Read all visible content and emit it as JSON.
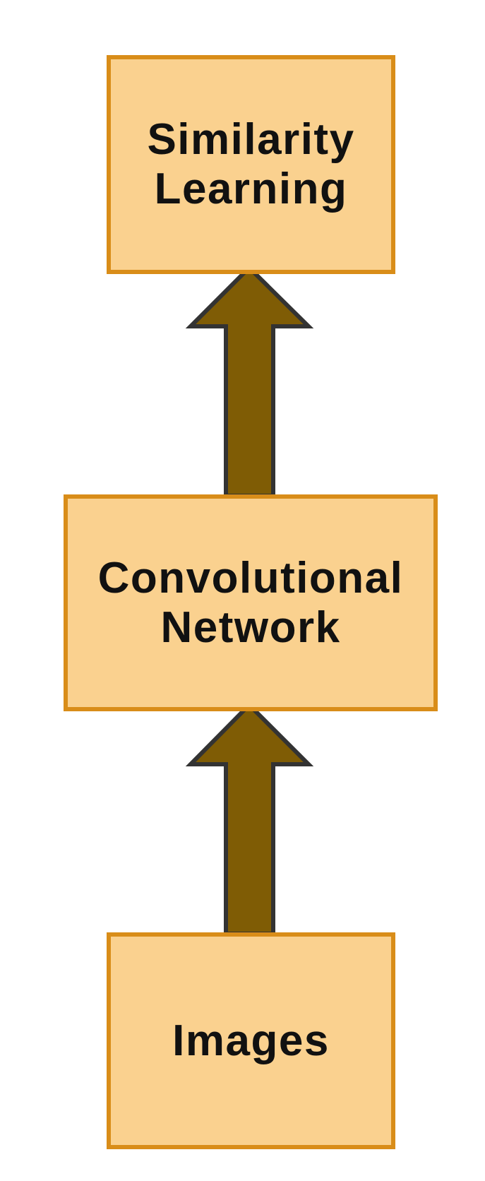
{
  "diagram": {
    "nodes": [
      {
        "id": "similarity-learning",
        "label": "Similarity\nLearning"
      },
      {
        "id": "convolutional-network",
        "label": "Convolutional\nNetwork"
      },
      {
        "id": "images",
        "label": "Images"
      }
    ],
    "edges": [
      {
        "from": "images",
        "to": "convolutional-network"
      },
      {
        "from": "convolutional-network",
        "to": "similarity-learning"
      }
    ]
  },
  "colors": {
    "node_fill": "#fad18f",
    "node_border": "#d98d19",
    "arrow_fill": "#7f5c05",
    "arrow_outline": "#333333",
    "text": "#111111"
  }
}
